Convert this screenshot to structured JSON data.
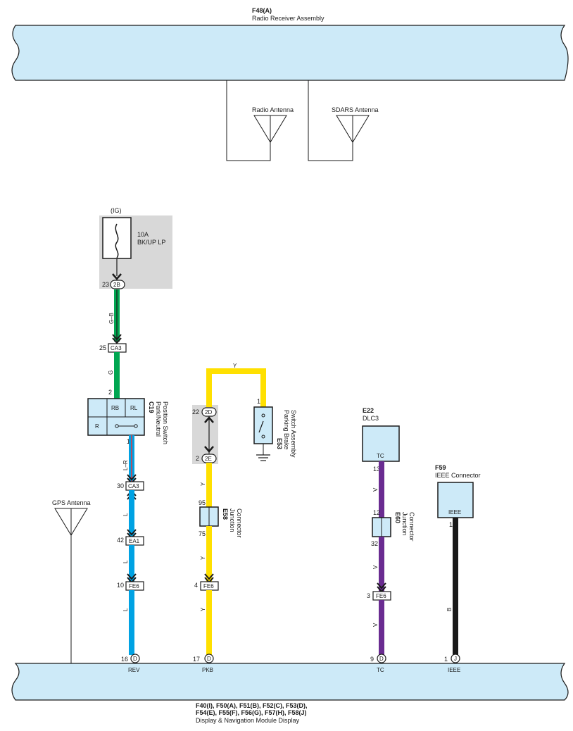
{
  "top_module": {
    "id": "F48(A)",
    "name": "Radio Receiver Assembly"
  },
  "antennas": {
    "radio": "Radio Antenna",
    "sdars": "SDARS Antenna",
    "gps": "GPS Antenna"
  },
  "fuse": {
    "supply": "(IG)",
    "rating": "10A",
    "name": "BK/UP LP",
    "pin": "23",
    "connector": "2B"
  },
  "wire_colors": {
    "g_b": "G–B",
    "g": "G",
    "l_r": "L–R",
    "l": "L",
    "y": "Y",
    "v": "V",
    "b": "B"
  },
  "connectors": {
    "ca3": "CA3",
    "ea1": "EA1",
    "fe6": "FE6",
    "d": "D",
    "j": "J",
    "jb_2d": "2D",
    "jb_2e": "2E"
  },
  "pins": {
    "p25": "25",
    "p2": "2",
    "p1": "1",
    "p30": "30",
    "p42": "42",
    "p10": "10",
    "p16": "16",
    "p22": "22",
    "p2e": "2",
    "p95": "95",
    "p75": "75",
    "p4": "4",
    "p17": "17",
    "p1_pkb": "1",
    "p13": "13",
    "p12": "12",
    "p32": "32",
    "p3": "3",
    "p9": "9",
    "p1_ieee": "1",
    "p1_j": "1"
  },
  "components": {
    "c19": {
      "id": "C19",
      "line1": "Park/Neutral",
      "line2": "Position Switch",
      "rb": "RB",
      "rl": "RL",
      "r": "R"
    },
    "e53": {
      "id": "E53",
      "line1": "Parking Brake",
      "line2": "Switch Assembly"
    },
    "e58": {
      "id": "E58",
      "line1": "Junction",
      "line2": "Connector"
    },
    "e60": {
      "id": "E60",
      "line1": "Junction",
      "line2": "Connector"
    },
    "e22": {
      "id": "E22",
      "name": "DLC3",
      "terminal": "TC"
    },
    "f59": {
      "id": "F59",
      "name": "IEEE Connector",
      "terminal": "IEEE"
    }
  },
  "bottom_module": {
    "ids_line1": "F40(I), F50(A), F51(B), F52(C), F53(D),",
    "ids_line2": "F54(E), F55(F), F56(G), F57(H), F58(J)",
    "name": "Display & Navigation Module Display",
    "terminals": {
      "rev": "REV",
      "pkb": "PKB",
      "tc": "TC",
      "ieee": "IEEE"
    }
  },
  "colors": {
    "green": "#00a651",
    "blue": "#00a2e3",
    "yellow": "#ffe000",
    "violet": "#6a2c91",
    "black": "#1a1a1a",
    "red": "#e8363d",
    "module": "#cdeaf8"
  }
}
